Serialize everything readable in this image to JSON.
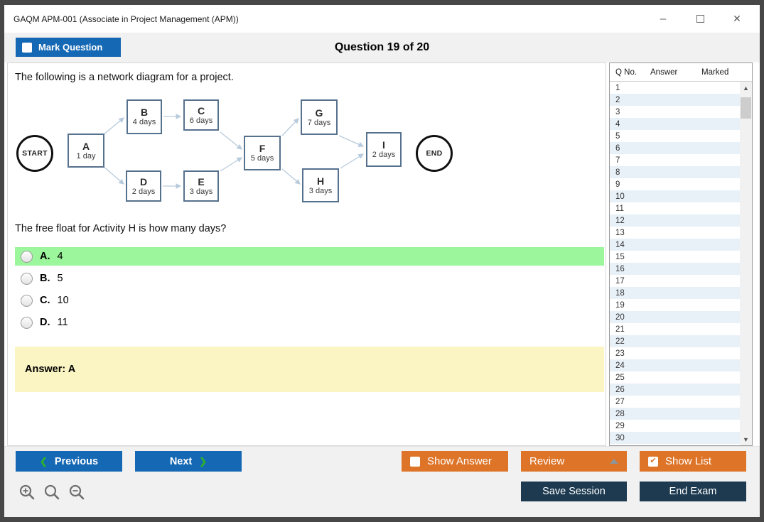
{
  "window": {
    "title": "GAQM APM-001 (Associate in Project Management (APM))"
  },
  "header": {
    "mark_question_label": "Mark Question",
    "counter": "Question 19 of 20"
  },
  "main": {
    "intro": "The following is a network diagram for a project.",
    "question": "The free float for Activity H is how many days?",
    "options": [
      {
        "letter": "A.",
        "text": "4",
        "highlight": true
      },
      {
        "letter": "B.",
        "text": "5"
      },
      {
        "letter": "C.",
        "text": "10"
      },
      {
        "letter": "D.",
        "text": "11"
      }
    ],
    "answer": "Answer: A"
  },
  "diagram": {
    "start": "START",
    "end": "END",
    "nodes": [
      {
        "id": "A",
        "duration": "1 day"
      },
      {
        "id": "B",
        "duration": "4 days"
      },
      {
        "id": "C",
        "duration": "6 days"
      },
      {
        "id": "D",
        "duration": "2 days"
      },
      {
        "id": "E",
        "duration": "3 days"
      },
      {
        "id": "F",
        "duration": "5 days"
      },
      {
        "id": "G",
        "duration": "7 days"
      },
      {
        "id": "H",
        "duration": "3 days"
      },
      {
        "id": "I",
        "duration": "2 days"
      }
    ],
    "edges": [
      [
        "A",
        "B"
      ],
      [
        "B",
        "C"
      ],
      [
        "A",
        "D"
      ],
      [
        "D",
        "E"
      ],
      [
        "C",
        "F"
      ],
      [
        "E",
        "F"
      ],
      [
        "F",
        "G"
      ],
      [
        "F",
        "H"
      ],
      [
        "G",
        "I"
      ],
      [
        "H",
        "I"
      ]
    ]
  },
  "sidebar": {
    "columns": [
      "Q No.",
      "Answer",
      "Marked"
    ],
    "rows": [
      "1",
      "2",
      "3",
      "4",
      "5",
      "6",
      "7",
      "8",
      "9",
      "10",
      "11",
      "12",
      "13",
      "14",
      "15",
      "16",
      "17",
      "18",
      "19",
      "20",
      "21",
      "22",
      "23",
      "24",
      "25",
      "26",
      "27",
      "28",
      "29",
      "30"
    ]
  },
  "footer": {
    "previous": "Previous",
    "next": "Next",
    "show_answer": "Show Answer",
    "review": "Review",
    "show_list": "Show List",
    "save_session": "Save Session",
    "end_exam": "End Exam"
  },
  "colors": {
    "accent_blue": "#1568b4",
    "accent_orange": "#dd7428",
    "navy": "#1d3a50",
    "highlight_green": "#9cf69c",
    "answer_yellow": "#fbf5c3",
    "row_alt_blue": "#e9f1f8",
    "chevron_green": "#2eb12e"
  }
}
